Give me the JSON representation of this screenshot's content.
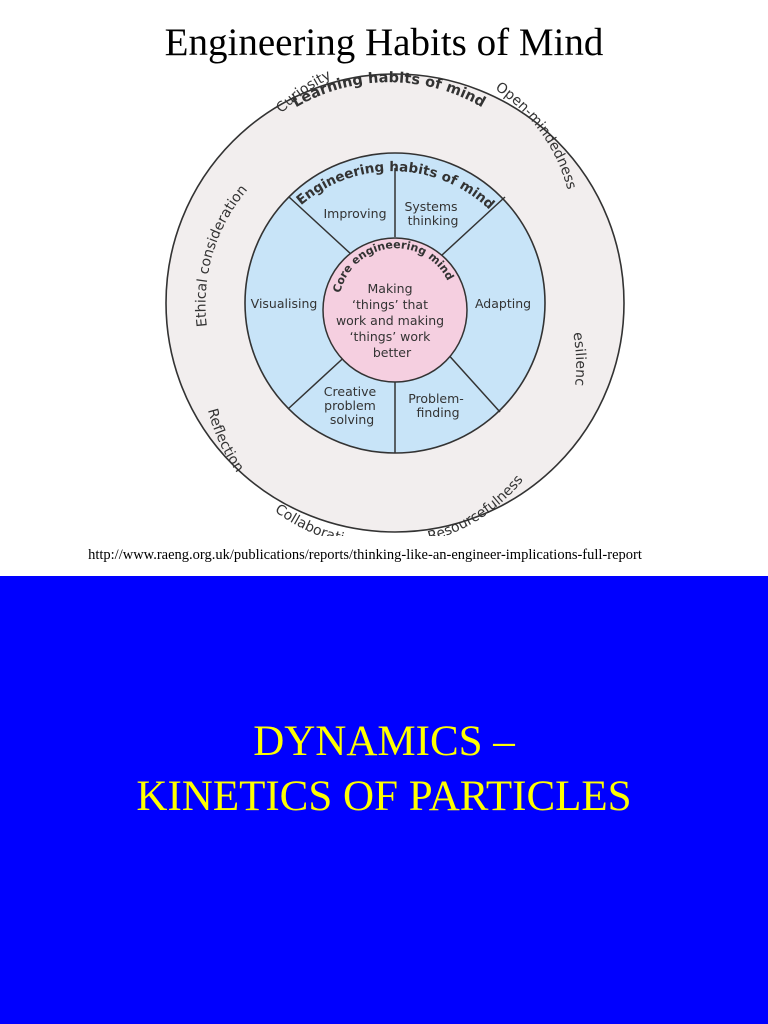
{
  "slide": {
    "title": "Engineering Habits of Mind",
    "source_url": "http://www.raeng.org.uk/publications/reports/thinking-like-an-engineer-implications-full-report"
  },
  "diagram": {
    "outer_ring": {
      "title": "Learning habits of mind",
      "items": {
        "curiosity": "Curiosity",
        "open_mindedness": "Open-mindedness",
        "ethical": "Ethical consideration",
        "resilience": "Resilience",
        "reflection": "Reflection",
        "collaboration": "Collaboration",
        "resourcefulness": "Resourcefulness"
      }
    },
    "middle_ring": {
      "title": "Engineering habits of mind",
      "segments": {
        "improving": [
          "Improving"
        ],
        "systems": [
          "Systems",
          "thinking"
        ],
        "visualising": [
          "Visualising"
        ],
        "adapting": [
          "Adapting"
        ],
        "creative": [
          "Creative",
          "problem",
          "solving"
        ],
        "problem_finding": [
          "Problem-",
          "finding"
        ]
      }
    },
    "core": {
      "title": "Core engineering mind",
      "lines": [
        "Making",
        "‘things’ that",
        "work and making",
        "‘things’ work",
        "better"
      ]
    },
    "colors": {
      "outer_fill": "#f2eeee",
      "middle_fill": "#c8e4f8",
      "core_fill": "#f5cfe0",
      "stroke": "#333333"
    }
  },
  "bottom": {
    "line1": "DYNAMICS –",
    "line2": "KINETICS OF PARTICLES",
    "background": "#0000ff",
    "text_color": "#ffff00"
  }
}
